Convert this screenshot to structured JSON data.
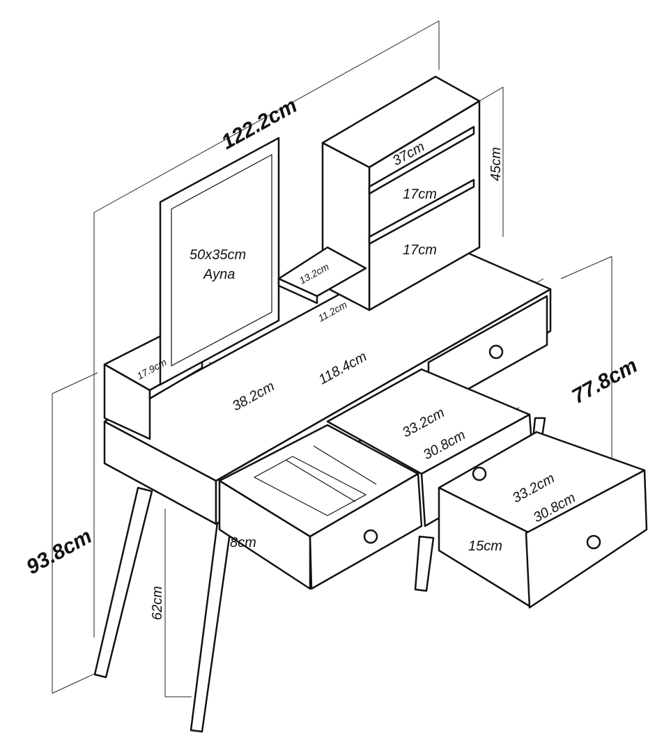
{
  "labels": {
    "total_width": "122.2cm",
    "mirror_size": "50x35cm",
    "mirror_name": "Ayna",
    "shelf_width": "37cm",
    "shelf_gap_upper": "17cm",
    "shelf_gap_lower": "17cm",
    "shelf_height": "45cm",
    "small_shelf_depth": "13.2cm",
    "small_shelf_height": "11.2cm",
    "left_box_depth": "17.9cm",
    "desk_depth": "38.2cm",
    "desk_width": "118.4cm",
    "desk_height": "77.8cm",
    "drawer_mid_outer": "33.2cm",
    "drawer_mid_inner": "30.8cm",
    "drawer_right_outer": "33.2cm",
    "drawer_right_inner": "30.8cm",
    "drawer_left_height": "8cm",
    "drawer_right_height": "15cm",
    "total_height": "93.8cm",
    "leg_height": "62cm"
  }
}
